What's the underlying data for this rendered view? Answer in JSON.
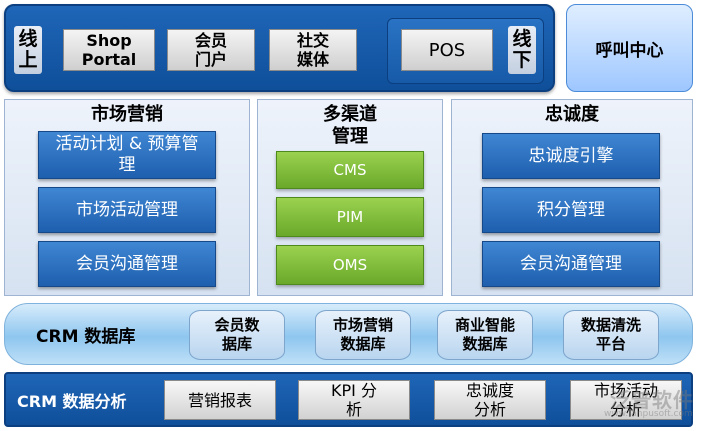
{
  "top": {
    "online_label": "线上",
    "offline_label": "线下",
    "channels_left": [
      "Shop Portal",
      "会员门户",
      "社交媒体"
    ],
    "channel_pos": "POS",
    "call_center": "呼叫中心"
  },
  "columns": {
    "marketing": {
      "title": "市场营销",
      "items": [
        "活动计划 & 预算管理",
        "市场活动管理",
        "会员沟通管理"
      ]
    },
    "multichannel": {
      "title": "多渠道管理",
      "items": [
        "CMS",
        "PIM",
        "OMS"
      ]
    },
    "loyalty": {
      "title": "忠诚度",
      "items": [
        "忠诚度引擎",
        "积分管理",
        "会员沟通管理"
      ]
    }
  },
  "database": {
    "label": "CRM 数据库",
    "items": [
      "会员数据库",
      "市场营销数据库",
      "商业智能数据库",
      "数据清洗平台"
    ]
  },
  "analysis": {
    "label": "CRM 数据分析",
    "items": [
      "营销报表",
      "KPI 分析",
      "忠诚度分析",
      "市场活动分析"
    ]
  },
  "watermark": {
    "brand": "泛普软件",
    "url": "www.fanpusoft.com"
  },
  "colors": {
    "primary_blue": "#1f66b8",
    "green": "#7dba35",
    "call_center": "#b7d6ff"
  }
}
